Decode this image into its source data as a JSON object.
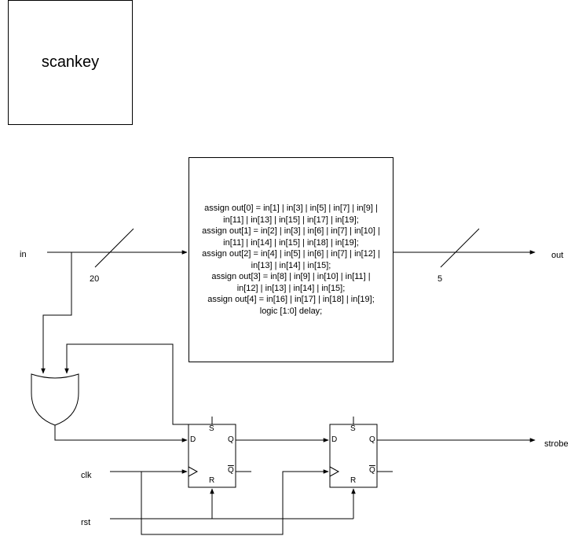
{
  "module_title": "scankey",
  "code_lines": [
    "assign out[0] = in[1] | in[3] | in[5] | in[7] | in[9] |",
    "in[11] | in[13] | in[15] | in[17] | in[19];",
    "assign out[1] = in[2] | in[3] | in[6] | in[7] | in[10] |",
    "in[11] | in[14] | in[15] | in[18] | in[19];",
    "assign out[2] = in[4] | in[5] | in[6] | in[7] | in[12] |",
    "in[13] | in[14] | in[15];",
    "assign out[3] = in[8] | in[9] | in[10] | in[11] |",
    "in[12] | in[13] | in[14] | in[15];",
    "assign out[4] = in[16] | in[17] | in[18] | in[19];",
    "logic [1:0] delay;"
  ],
  "ports": {
    "input": "in",
    "input_width": "20",
    "output": "out",
    "output_width": "5",
    "strobe": "strobe",
    "clock": "clk",
    "reset": "rst"
  },
  "flipflop_pins": {
    "set": "S",
    "data": "D",
    "q": "Q",
    "qbar": "Q",
    "reset": "R"
  }
}
